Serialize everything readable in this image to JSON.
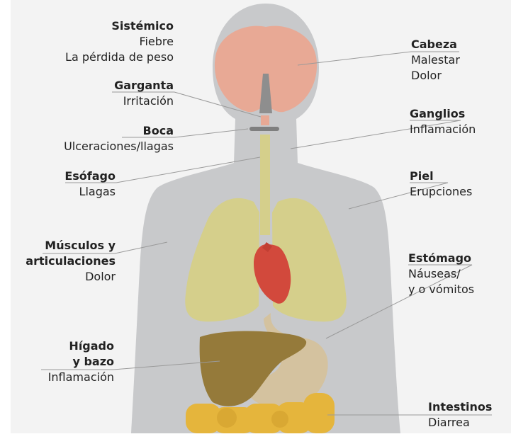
{
  "labels": {
    "sistemico": {
      "title": "Sistémico",
      "lines": [
        "Fiebre",
        "La pérdida de peso"
      ]
    },
    "garganta": {
      "title": "Garganta",
      "lines": [
        "Irritación"
      ]
    },
    "boca": {
      "title": "Boca",
      "lines": [
        "Ulceraciones/llagas"
      ]
    },
    "esofago": {
      "title": "Esófago",
      "lines": [
        "Llagas"
      ]
    },
    "musculos": {
      "title_lines": [
        "Músculos y",
        "articulaciones"
      ],
      "lines": [
        "Dolor"
      ]
    },
    "higado": {
      "title_lines": [
        "Hígado",
        "y bazo"
      ],
      "lines": [
        "Inflamación"
      ]
    },
    "cabeza": {
      "title": "Cabeza",
      "lines": [
        "Malestar",
        "Dolor"
      ]
    },
    "ganglios": {
      "title": "Ganglios",
      "lines": [
        "Inflamación"
      ]
    },
    "piel": {
      "title": "Piel",
      "lines": [
        "Erupciones"
      ]
    },
    "estomago": {
      "title": "Estómago",
      "lines": [
        "Náuseas/",
        "y o vómitos"
      ]
    },
    "intestinos": {
      "title": "Intestinos",
      "lines": [
        "Diarrea"
      ]
    }
  },
  "colors": {
    "background": "#f3f3f3",
    "body": "#c8c9cb",
    "brain": "#e8a995",
    "lungs": "#d5cf8b",
    "esophagus": "#d5cf8b",
    "heart": "#d2493c",
    "liver": "#957a3a",
    "stomach": "#d4c29f",
    "intestines": "#e5b53c",
    "leader_line": "#9a9a9a"
  }
}
